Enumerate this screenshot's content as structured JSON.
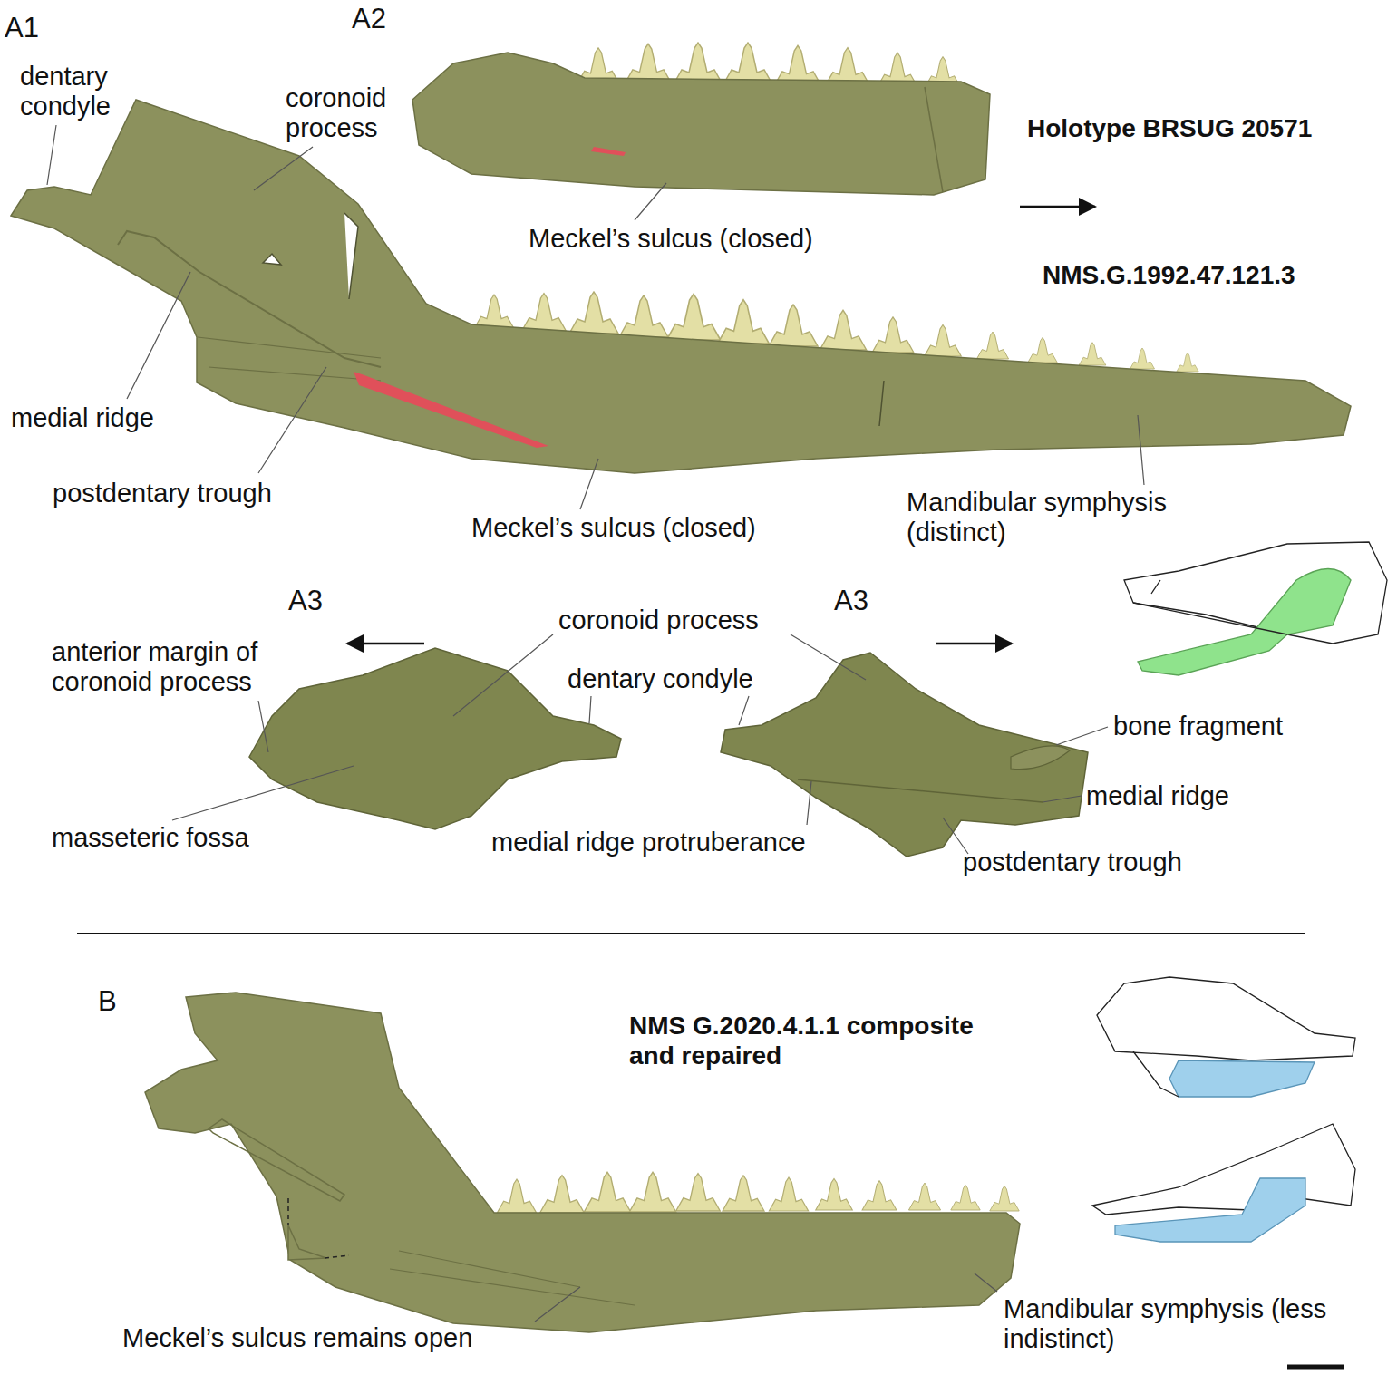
{
  "diagram": {
    "labels": [
      "A1",
      "A2",
      "dentary condyle",
      "coronoid process",
      "Meckel’s sulcus (closed)",
      "Holotype BRSUG 20571",
      "NMS.G.1992.47.121.3",
      "medial ridge",
      "postdentary trough",
      "Meckel’s sulcus (closed)",
      "Mandibular symphysis (distinct)",
      "A3",
      "A3",
      "anterior margin of coronoid process",
      "coronoid process",
      "dentary condyle",
      "masseteric fossa",
      "medial ridge protruberance",
      "bone fragment",
      "medial ridge",
      "postdentary trough",
      "B",
      "NMS G.2020.4.1.1 composite and repaired",
      "Meckel’s sulcus remains open",
      "Mandibular symphysis (less indistinct)"
    ]
  }
}
